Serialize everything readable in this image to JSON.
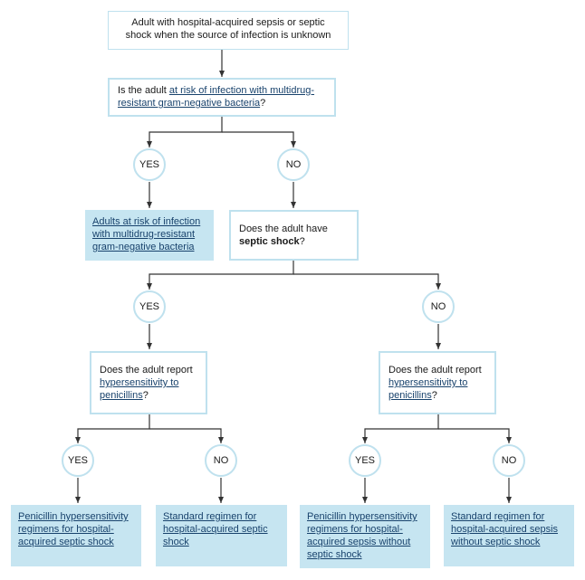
{
  "start": {
    "text": "Adult with hospital-acquired sepsis or septic shock when the source of infection is unknown"
  },
  "q1": {
    "prefix": "Is the adult ",
    "link": "at risk of infection with multidrug-resistant gram-negative bacteria",
    "suffix": "?"
  },
  "q1_yes": "YES",
  "q1_no": "NO",
  "outcome_mdr": "Adults at risk of infection with multidrug-resistant gram-negative bacteria",
  "q2": {
    "prefix": "Does the adult have",
    "bold": "septic shock",
    "suffix": "?"
  },
  "q2_yes": "YES",
  "q2_no": "NO",
  "q3_left": {
    "prefix": "Does the adult report",
    "link": "hypersensitivity to penicillins",
    "suffix": "?"
  },
  "q3_right": {
    "prefix": "Does the adult report",
    "link": "hypersensitivity to penicillins",
    "suffix": "?"
  },
  "q3_left_yes": "YES",
  "q3_left_no": "NO",
  "q3_right_yes": "YES",
  "q3_right_no": "NO",
  "outcomes": {
    "shock_hypersensitive": "Penicillin hypersensitivity regimens for hospital-acquired septic shock",
    "shock_standard": "Standard regimen for hospital-acquired septic shock",
    "sepsis_hypersensitive": "Penicillin hypersensitivity regimens for hospital-acquired sepsis without septic shock",
    "sepsis_standard": "Standard regimen for hospital-acquired sepsis without septic shock"
  },
  "colors": {
    "box_border": "#bfe1ee",
    "outcome_fill": "#c6e5f1",
    "link_text": "#18426c",
    "connector": "#333333"
  }
}
